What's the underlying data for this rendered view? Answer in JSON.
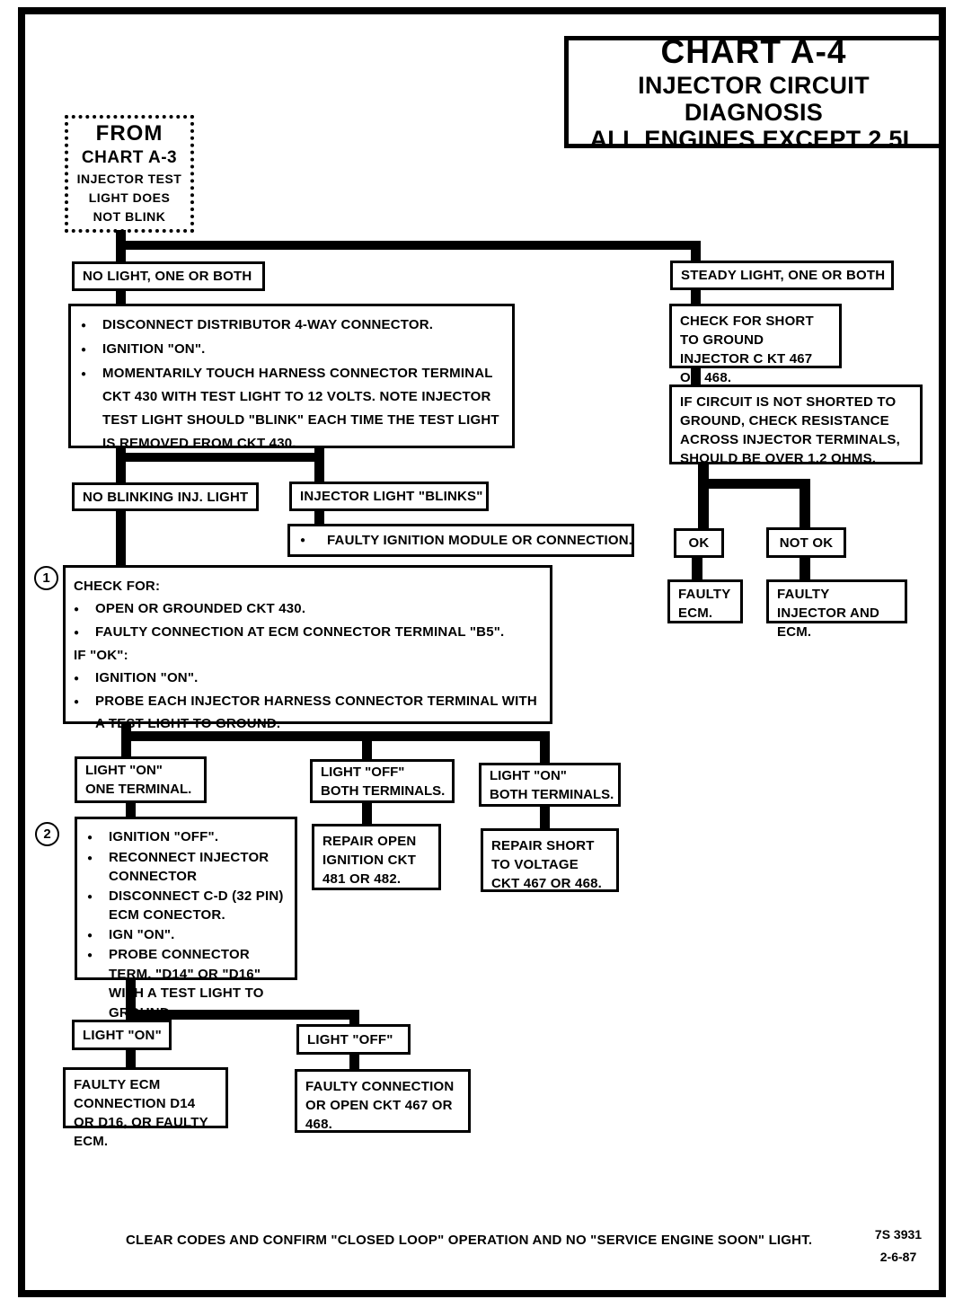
{
  "icons": {
    "bullet": "●"
  },
  "title": {
    "chart": "CHART A-4",
    "subtitle1": "INJECTOR CIRCUIT DIAGNOSIS",
    "subtitle2": "ALL ENGINES EXCEPT 2.5L"
  },
  "start": {
    "l1": "FROM",
    "l2": "CHART A-3",
    "l3": "INJECTOR TEST",
    "l4": "LIGHT DOES",
    "l5": "NOT BLINK"
  },
  "left": {
    "no_light": "NO LIGHT, ONE OR BOTH",
    "test_steps": {
      "b1": "DISCONNECT DISTRIBUTOR 4-WAY CONNECTOR.",
      "b2": "IGNITION \"ON\".",
      "b3": "MOMENTARILY TOUCH HARNESS CONNECTOR TERMINAL CKT 430 WITH TEST LIGHT TO 12 VOLTS.  NOTE INJECTOR TEST LIGHT SHOULD \"BLINK\" EACH TIME THE TEST LIGHT IS REMOVED FROM CKT 430."
    },
    "no_blink": "NO BLINKING INJ. LIGHT",
    "blinks": "INJECTOR LIGHT \"BLINKS\"",
    "faulty_ignition": "FAULTY IGNITION MODULE OR CONNECTION.",
    "step1_num": "1",
    "check": {
      "h1": "CHECK FOR:",
      "b1": "OPEN OR GROUNDED CKT 430.",
      "b2": "FAULTY CONNECTION AT ECM CONNECTOR TERMINAL \"B5\".",
      "h2": "IF \"OK\":",
      "b3": "IGNITION \"ON\".",
      "b4": "PROBE EACH  INJECTOR HARNESS CONNECTOR TERMINAL WITH A TEST LIGHT TO GROUND."
    },
    "light_on_one_1": "LIGHT  \"ON\"",
    "light_on_one_2": "ONE TERMINAL.",
    "light_off_both_1": "LIGHT  \"OFF\"",
    "light_off_both_2": "BOTH TERMINALS.",
    "light_on_both_1": "LIGHT  \"ON\"",
    "light_on_both_2": "BOTH TERMINALS.",
    "repair_open": "REPAIR OPEN IGNITION CKT 481 OR 482.",
    "repair_short": "REPAIR SHORT TO VOLTAGE CKT 467 OR 468.",
    "step2_num": "2",
    "probe": {
      "b1": "IGNITION \"OFF\".",
      "b2": "RECONNECT INJECTOR CONNECTOR",
      "b3": "DISCONNECT C-D (32 PIN) ECM CONECTOR.",
      "b4": "IGN \"ON\".",
      "b5": "PROBE CONNECTOR TERM. \"D14\" OR \"D16\" WITH A TEST LIGHT TO GROUND."
    },
    "light_on": "LIGHT \"ON\"",
    "light_off": "LIGHT \"OFF\"",
    "faulty_ecm_conn": "FAULTY ECM CONNECTION D14 OR D16, OR FAULTY ECM.",
    "faulty_conn_open": "FAULTY CONNECTION OR OPEN CKT 467 OR 468."
  },
  "right": {
    "steady": "STEADY LIGHT, ONE OR BOTH",
    "check_short": "CHECK FOR SHORT TO GROUND INJECTOR C KT 467 OR 468.",
    "if_circuit": "IF CIRCUIT IS NOT SHORTED TO GROUND, CHECK RESISTANCE ACROSS INJECTOR TERMINALS, SHOULD BE OVER 1.2 OHMS.",
    "ok": "OK",
    "not_ok": "NOT OK",
    "faulty_ecm": "FAULTY ECM.",
    "faulty_injector": "FAULTY INJECTOR AND ECM."
  },
  "footer": {
    "note": "CLEAR CODES AND CONFIRM \"CLOSED LOOP\" OPERATION AND NO \"SERVICE ENGINE SOON\" LIGHT.",
    "doc_number": "7S 3931",
    "doc_date": "2-6-87"
  }
}
